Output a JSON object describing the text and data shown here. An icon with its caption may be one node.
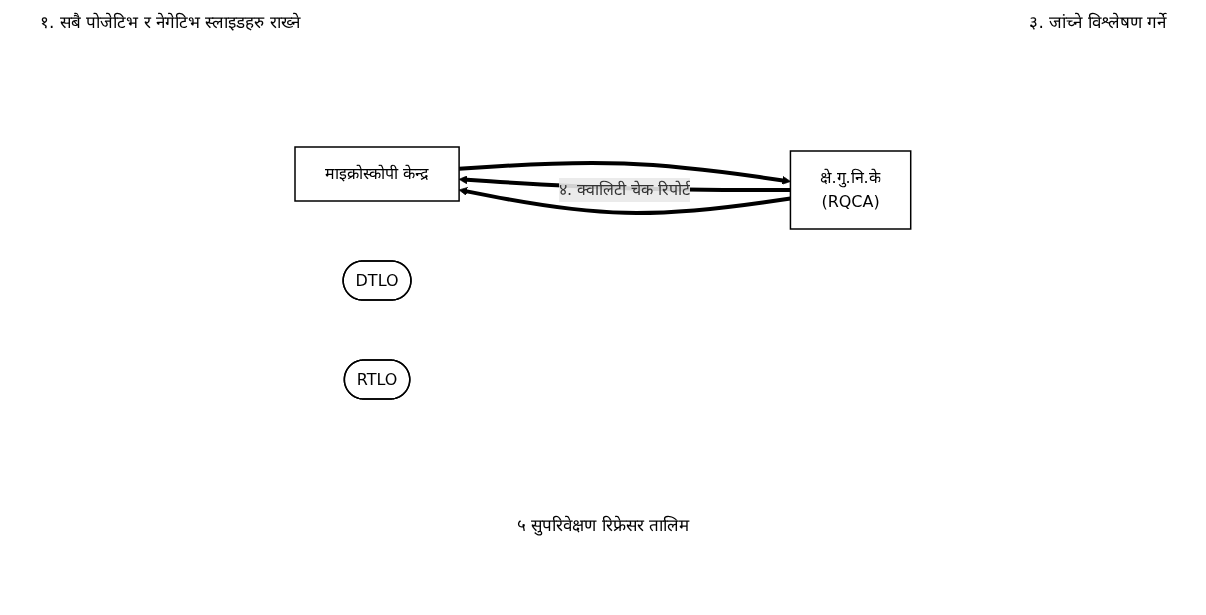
{
  "diagram": {
    "nodes": [
      {
        "text": [
          "माइक्रोस्कोपी केन्द्र"
        ]
      },
      {
        "text": [
          "क्षे.गु.नि.के",
          "(RQCA)"
        ]
      },
      {
        "text": [
          "DTLO"
        ]
      },
      {
        "text": [
          "RTLO"
        ]
      }
    ],
    "edges": [
      {
        "from": 0,
        "to": 1,
        "arrow": "to"
      },
      {
        "from": 1,
        "to": 0,
        "arrow": "to",
        "label": "४. क्वालिटी चेक रिपोर्ट"
      },
      {
        "from": 1,
        "to": 0,
        "arrow": "to"
      }
    ],
    "labels": [
      "१. सबै पोजेटिभ र नेगेटिभ स्लाइडहरु राख्ने",
      "३. जांच्ने विश्लेषण गर्ने",
      "५ सुपरिवेक्षण रिफ्रेसर तालिम"
    ]
  }
}
